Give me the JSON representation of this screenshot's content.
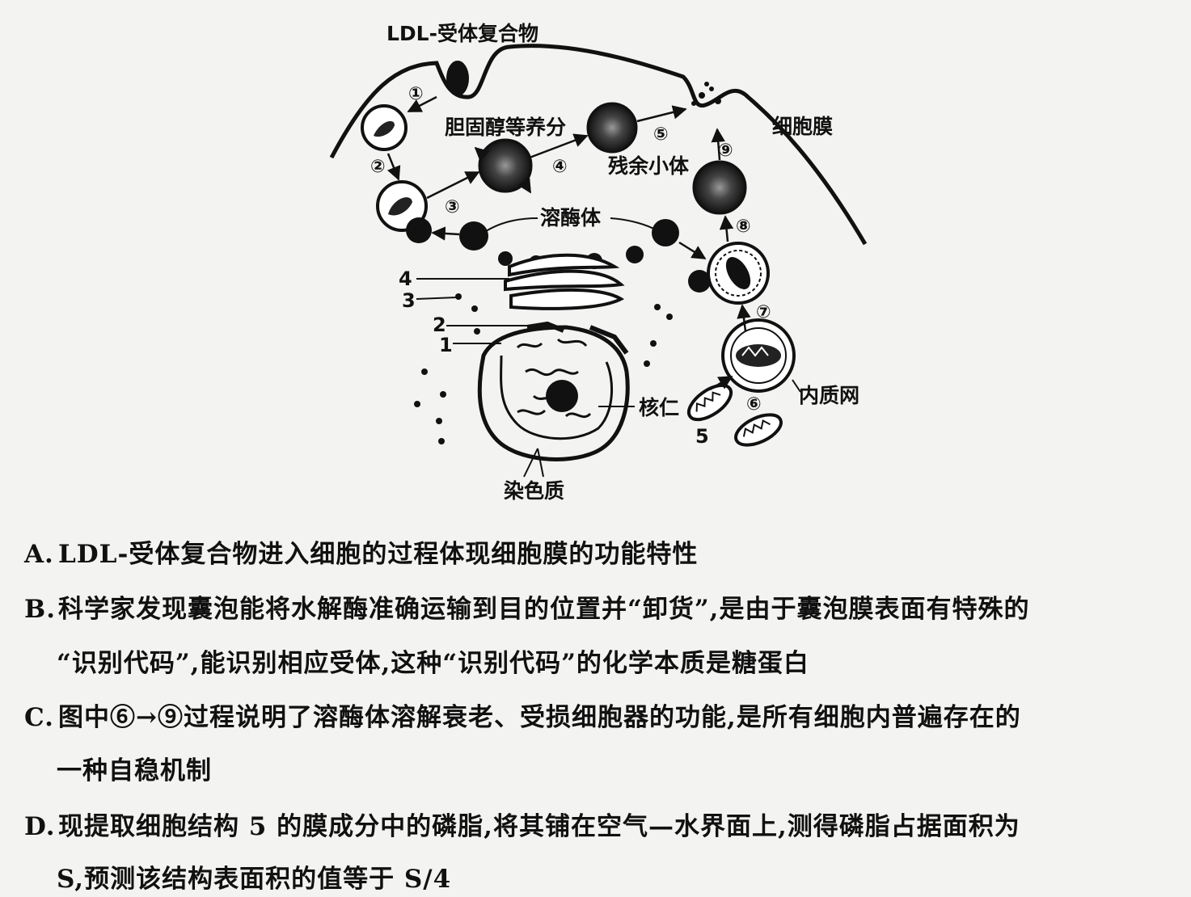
{
  "figure": {
    "labels": {
      "ldl_complex": "LDL-受体复合物",
      "cholesterol": "胆固醇等养分",
      "cell_membrane": "细胞膜",
      "residual_body": "残余小体",
      "lysosome": "溶酶体",
      "nucleolus": "核仁",
      "er": "内质网",
      "chromatin": "染色质"
    },
    "steps": [
      "①",
      "②",
      "③",
      "④",
      "⑤",
      "⑥",
      "⑦",
      "⑧",
      "⑨"
    ],
    "structure_numbers": [
      "1",
      "2",
      "3",
      "4",
      "5"
    ]
  },
  "options": {
    "a": {
      "letter": "A.",
      "text": "LDL-受体复合物进入细胞的过程体现细胞膜的功能特性"
    },
    "b": {
      "letter": "B.",
      "line1": "科学家发现囊泡能将水解酶准确运输到目的位置并“卸货”,是由于囊泡膜表面有特殊的",
      "line2": "“识别代码”,能识别相应受体,这种“识别代码”的化学本质是糖蛋白"
    },
    "c": {
      "letter": "C.",
      "line1": "图中⑥→⑨过程说明了溶酶体溶解衰老、受损细胞器的功能,是所有细胞内普遍存在的",
      "line2": "一种自稳机制"
    },
    "d": {
      "letter": "D.",
      "line1": "现提取细胞结构 5 的膜成分中的磷脂,将其铺在空气—水界面上,测得磷脂占据面积为",
      "line2": "S,预测该结构表面积的值等于 S/4"
    }
  }
}
